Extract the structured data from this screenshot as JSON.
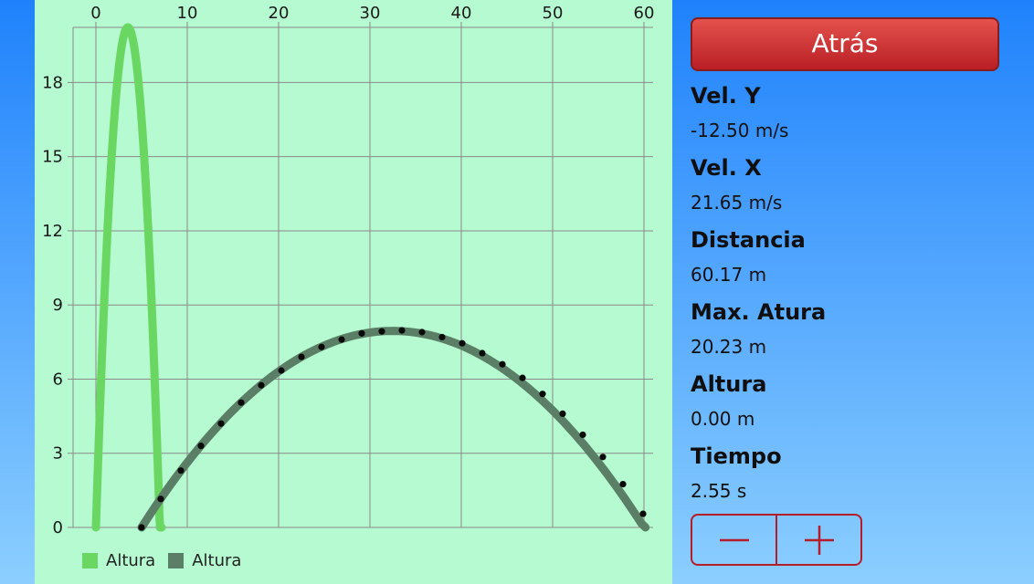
{
  "chart_data": {
    "type": "line",
    "title": "",
    "xlabel": "",
    "ylabel": "",
    "xlim": [
      -2.5,
      61
    ],
    "ylim": [
      0,
      20.23
    ],
    "x_ticks": [
      0,
      10,
      20,
      30,
      40,
      50,
      60
    ],
    "y_ticks": [
      0,
      3,
      6,
      9,
      12,
      15,
      18
    ],
    "grid": true,
    "legend_position": "bottom-left",
    "series": [
      {
        "name": "Altura",
        "color": "#6bd763",
        "peak": [
          3.5,
          20.23
        ],
        "x_range": [
          0,
          7.2
        ],
        "points": [
          [
            0,
            0
          ],
          [
            0.5,
            5.3
          ],
          [
            1,
            9.7
          ],
          [
            1.5,
            13.3
          ],
          [
            2,
            16.1
          ],
          [
            2.5,
            18.3
          ],
          [
            3,
            19.7
          ],
          [
            3.5,
            20.23
          ],
          [
            4,
            19.9
          ],
          [
            4.5,
            18.7
          ],
          [
            5,
            16.7
          ],
          [
            5.5,
            13.8
          ],
          [
            6,
            10.2
          ],
          [
            6.5,
            5.8
          ],
          [
            7.2,
            0
          ]
        ]
      },
      {
        "name": "Altura",
        "color": "#5b7f66",
        "peak": [
          32.5,
          7.95
        ],
        "x_range": [
          5,
          60.17
        ],
        "dots": [
          [
            5.0,
            0.0
          ],
          [
            7.1,
            1.15
          ],
          [
            9.3,
            2.3
          ],
          [
            11.5,
            3.3
          ],
          [
            13.7,
            4.2
          ],
          [
            15.9,
            5.05
          ],
          [
            18.1,
            5.75
          ],
          [
            20.3,
            6.35
          ],
          [
            22.5,
            6.9
          ],
          [
            24.7,
            7.3
          ],
          [
            26.9,
            7.6
          ],
          [
            29.1,
            7.85
          ],
          [
            31.3,
            7.93
          ],
          [
            33.5,
            7.97
          ],
          [
            35.7,
            7.9
          ],
          [
            37.9,
            7.7
          ],
          [
            40.1,
            7.45
          ],
          [
            42.3,
            7.05
          ],
          [
            44.5,
            6.6
          ],
          [
            46.7,
            6.05
          ],
          [
            48.9,
            5.4
          ],
          [
            51.1,
            4.6
          ],
          [
            53.3,
            3.75
          ],
          [
            55.5,
            2.85
          ],
          [
            57.7,
            1.75
          ],
          [
            59.9,
            0.55
          ]
        ]
      }
    ]
  },
  "legend": [
    {
      "label": "Altura",
      "color": "#6bd763"
    },
    {
      "label": "Altura",
      "color": "#5b7f66"
    }
  ],
  "side": {
    "back_label": "Atrás",
    "stats": [
      {
        "label": "Vel. Y",
        "value": "-12.50 m/s"
      },
      {
        "label": "Vel. X",
        "value": "21.65 m/s"
      },
      {
        "label": "Distancia",
        "value": "60.17 m"
      },
      {
        "label": "Max. Atura",
        "value": "20.23 m"
      },
      {
        "label": "Altura",
        "value": "0.00 m"
      },
      {
        "label": "Tiempo",
        "value": "2.55 s"
      }
    ],
    "accent_color": "#b51d2a"
  }
}
